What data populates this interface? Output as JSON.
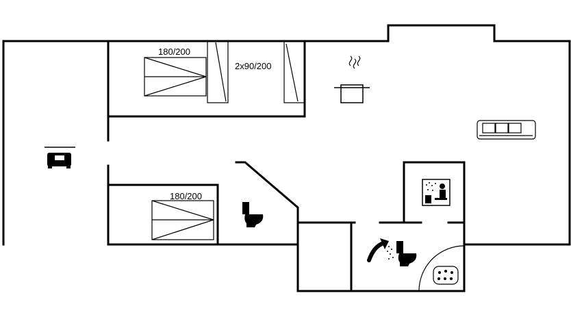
{
  "bed_labels": {
    "bedroom_1": "180/200",
    "bedroom_2": "2x90/200",
    "bedroom_3": "180/200"
  },
  "icons": [
    "car-icon",
    "kitchen-pot-icon",
    "sofa-icon",
    "toilet-icon",
    "shower-icon",
    "sauna-icon",
    "whirlpool-icon"
  ]
}
